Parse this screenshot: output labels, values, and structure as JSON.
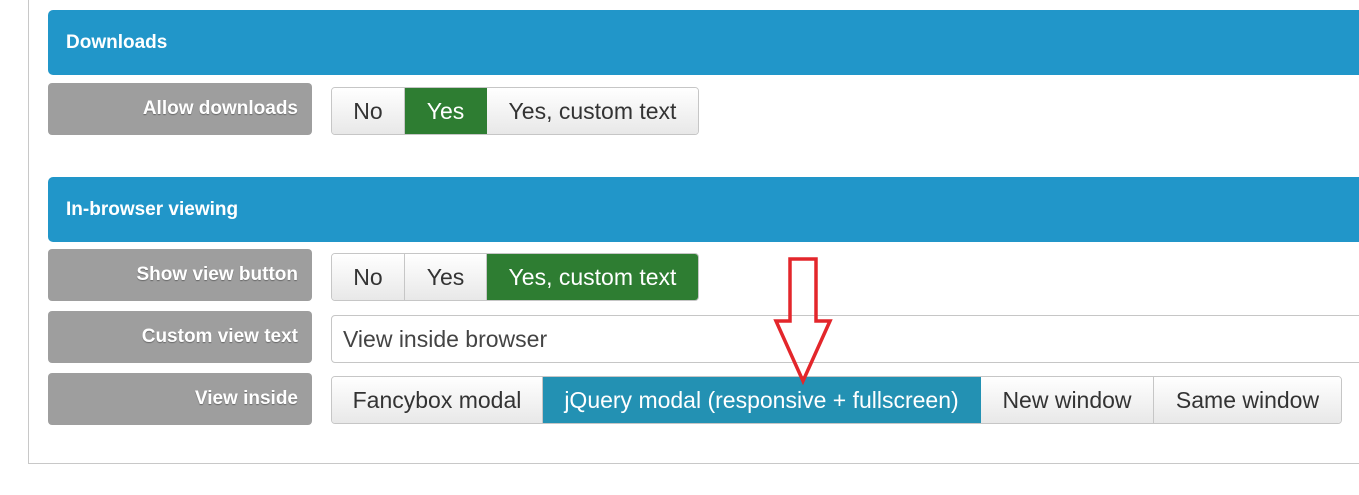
{
  "sections": {
    "downloads": {
      "title": "Downloads"
    },
    "viewing": {
      "title": "In-browser viewing"
    }
  },
  "allow_downloads": {
    "label": "Allow downloads",
    "options": [
      "No",
      "Yes",
      "Yes, custom text"
    ],
    "selected": "Yes"
  },
  "show_view_button": {
    "label": "Show view button",
    "options": [
      "No",
      "Yes",
      "Yes, custom text"
    ],
    "selected": "Yes, custom text"
  },
  "custom_view_text": {
    "label": "Custom view text",
    "value": "View inside browser"
  },
  "view_inside": {
    "label": "View inside",
    "options": [
      "Fancybox modal",
      "jQuery modal (responsive + fullscreen)",
      "New window",
      "Same window"
    ],
    "selected": "jQuery modal (responsive + fullscreen)"
  },
  "colors": {
    "header": "#2196c9",
    "label_bg": "#9e9e9e",
    "active_green": "#2e7d32",
    "active_blue": "#2391b3",
    "annotation_arrow": "#e3262b"
  },
  "annotation": {
    "icon": "down-arrow-icon"
  }
}
